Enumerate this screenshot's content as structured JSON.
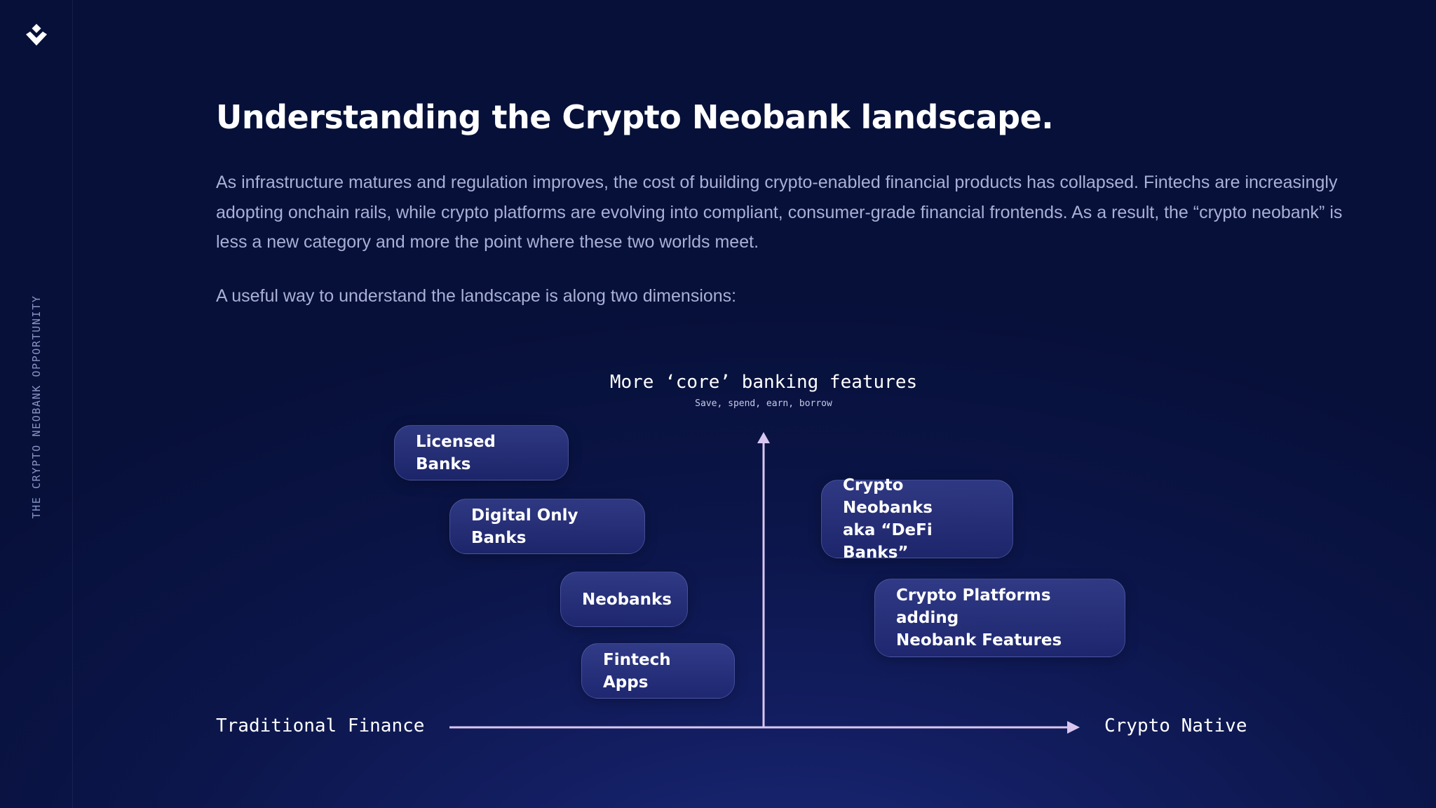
{
  "sidebar": {
    "logo_icon": "chevron-down-logo",
    "vertical_label": "THE CRYPTO NEOBANK OPPORTUNITY"
  },
  "content": {
    "title": "Understanding the Crypto Neobank landscape.",
    "paragraph_1": "As infrastructure matures and regulation improves, the cost of building crypto-enabled financial products has collapsed. Fintechs are increasingly adopting onchain rails, while crypto platforms are evolving into compliant, consumer-grade financial frontends. As a result, the “crypto neobank” is less a new category and more the point where these two worlds meet.",
    "paragraph_2": "A useful way to understand the landscape is along two dimensions:"
  },
  "diagram": {
    "y_axis_title": "More ‘core’ banking features",
    "y_axis_subtitle": "Save, spend, earn, borrow",
    "x_axis_left": "Traditional Finance",
    "x_axis_right": "Crypto Native",
    "nodes": {
      "licensed_banks": "Licensed Banks",
      "digital_only_banks": "Digital Only Banks",
      "neobanks": "Neobanks",
      "fintech_apps": "Fintech Apps",
      "crypto_neobanks": "Crypto Neobanks\naka “DeFi Banks”",
      "crypto_platforms": "Crypto Platforms adding\nNeobank Features"
    },
    "colors": {
      "axis": "#d9c6f0",
      "pill_border": "#969feb"
    }
  }
}
